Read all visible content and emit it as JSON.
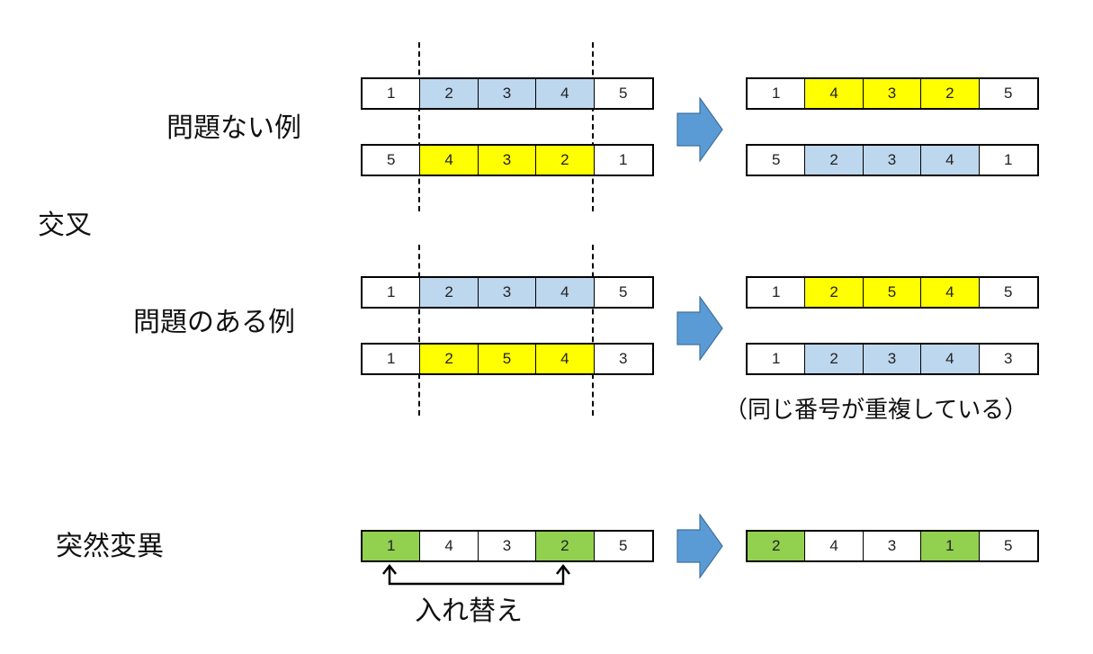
{
  "labels": {
    "crossover": "交叉",
    "ok_example": "問題ない例",
    "problem_example": "問題のある例",
    "duplicate_note": "（同じ番号が重複している）",
    "mutation": "突然変異",
    "swap": "入れ替え"
  },
  "colors": {
    "blue_segment": "#bdd7ee",
    "yellow_segment": "#ffff00",
    "green_swap": "#92d050",
    "arrow": "#5b9bd5"
  },
  "crossover_ok": {
    "before": {
      "parent1": [
        {
          "v": "1",
          "c": "w"
        },
        {
          "v": "2",
          "c": "b"
        },
        {
          "v": "3",
          "c": "b"
        },
        {
          "v": "4",
          "c": "b"
        },
        {
          "v": "5",
          "c": "w"
        }
      ],
      "parent2": [
        {
          "v": "5",
          "c": "w"
        },
        {
          "v": "4",
          "c": "y"
        },
        {
          "v": "3",
          "c": "y"
        },
        {
          "v": "2",
          "c": "y"
        },
        {
          "v": "1",
          "c": "w"
        }
      ]
    },
    "after": {
      "child1": [
        {
          "v": "1",
          "c": "w"
        },
        {
          "v": "4",
          "c": "y"
        },
        {
          "v": "3",
          "c": "y"
        },
        {
          "v": "2",
          "c": "y"
        },
        {
          "v": "5",
          "c": "w"
        }
      ],
      "child2": [
        {
          "v": "5",
          "c": "w"
        },
        {
          "v": "2",
          "c": "b"
        },
        {
          "v": "3",
          "c": "b"
        },
        {
          "v": "4",
          "c": "b"
        },
        {
          "v": "1",
          "c": "w"
        }
      ]
    }
  },
  "crossover_problem": {
    "before": {
      "parent1": [
        {
          "v": "1",
          "c": "w"
        },
        {
          "v": "2",
          "c": "b"
        },
        {
          "v": "3",
          "c": "b"
        },
        {
          "v": "4",
          "c": "b"
        },
        {
          "v": "5",
          "c": "w"
        }
      ],
      "parent2": [
        {
          "v": "1",
          "c": "w"
        },
        {
          "v": "2",
          "c": "y"
        },
        {
          "v": "5",
          "c": "y"
        },
        {
          "v": "4",
          "c": "y"
        },
        {
          "v": "3",
          "c": "w"
        }
      ]
    },
    "after": {
      "child1": [
        {
          "v": "1",
          "c": "w"
        },
        {
          "v": "2",
          "c": "y"
        },
        {
          "v": "5",
          "c": "y"
        },
        {
          "v": "4",
          "c": "y"
        },
        {
          "v": "5",
          "c": "w"
        }
      ],
      "child2": [
        {
          "v": "1",
          "c": "w"
        },
        {
          "v": "2",
          "c": "b"
        },
        {
          "v": "3",
          "c": "b"
        },
        {
          "v": "4",
          "c": "b"
        },
        {
          "v": "3",
          "c": "w"
        }
      ]
    }
  },
  "mutation": {
    "before": [
      {
        "v": "1",
        "c": "g"
      },
      {
        "v": "4",
        "c": "w"
      },
      {
        "v": "3",
        "c": "w"
      },
      {
        "v": "2",
        "c": "g"
      },
      {
        "v": "5",
        "c": "w"
      }
    ],
    "after": [
      {
        "v": "2",
        "c": "g"
      },
      {
        "v": "4",
        "c": "w"
      },
      {
        "v": "3",
        "c": "w"
      },
      {
        "v": "1",
        "c": "g"
      },
      {
        "v": "5",
        "c": "w"
      }
    ]
  }
}
